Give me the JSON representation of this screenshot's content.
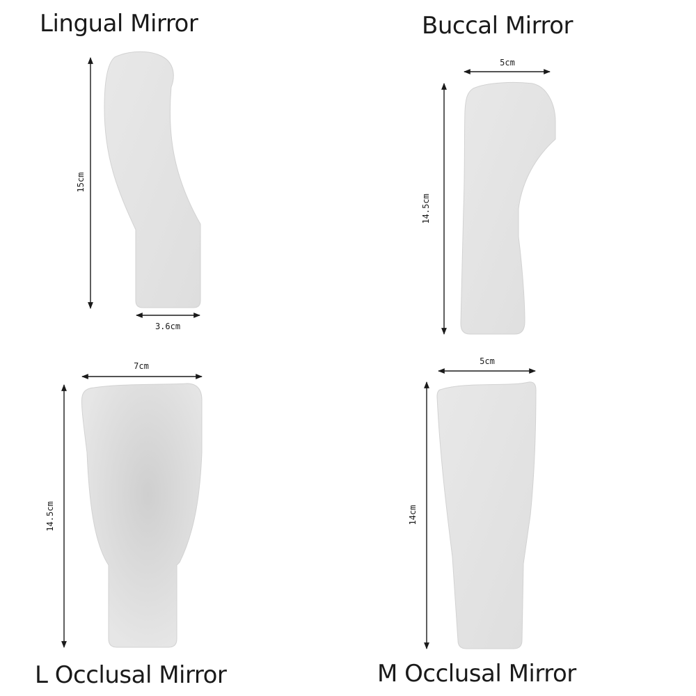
{
  "mirrors": {
    "lingual": {
      "title": "Lingual Mirror",
      "length": "15cm",
      "width": "3.6cm"
    },
    "buccal": {
      "title": "Buccal Mirror",
      "width": "5cm",
      "length": "14.5cm"
    },
    "l_occlusal": {
      "title": "L Occlusal Mirror",
      "width": "7cm",
      "length": "14.5cm"
    },
    "m_occlusal": {
      "title": "M Occlusal Mirror",
      "width": "5cm",
      "length": "14cm"
    }
  },
  "colors": {
    "mirror_fill": "#e4e4e4",
    "mirror_edge": "#d2d2d2",
    "arrow": "#1a1a1a"
  }
}
